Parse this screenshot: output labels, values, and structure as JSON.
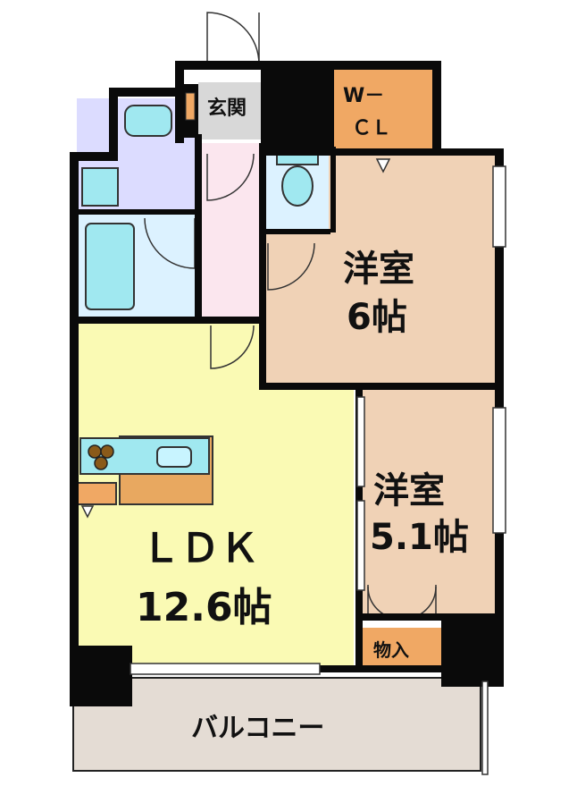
{
  "rooms": {
    "entrance": {
      "label": "玄関"
    },
    "walk_in_closet": {
      "line1": "W－",
      "line2": "ＣＬ"
    },
    "western_room_1": {
      "name": "洋室",
      "size": "6帖"
    },
    "western_room_2": {
      "name": "洋室",
      "size": "5.1帖"
    },
    "ldk": {
      "name": "ＬＤＫ",
      "size": "12.6帖"
    },
    "storage": {
      "label": "物入"
    },
    "balcony": {
      "label": "バルコニー"
    }
  },
  "colors": {
    "wall": "#0a0a0a",
    "ldk": "#fafab4",
    "western_room": "#f0d2b6",
    "walk_in_closet": "#f0a864",
    "storage": "#f0a864",
    "bath": "#c8f0ff",
    "washroom": "#dcdcff",
    "toilet": "#dcf2ff",
    "hallway": "#fbe6ee",
    "entrance": "#d8d8d8",
    "balcony": "#e4dcd4",
    "kitchen_counter": "#a0e8f0",
    "kitchen_top": "#e8a860"
  }
}
